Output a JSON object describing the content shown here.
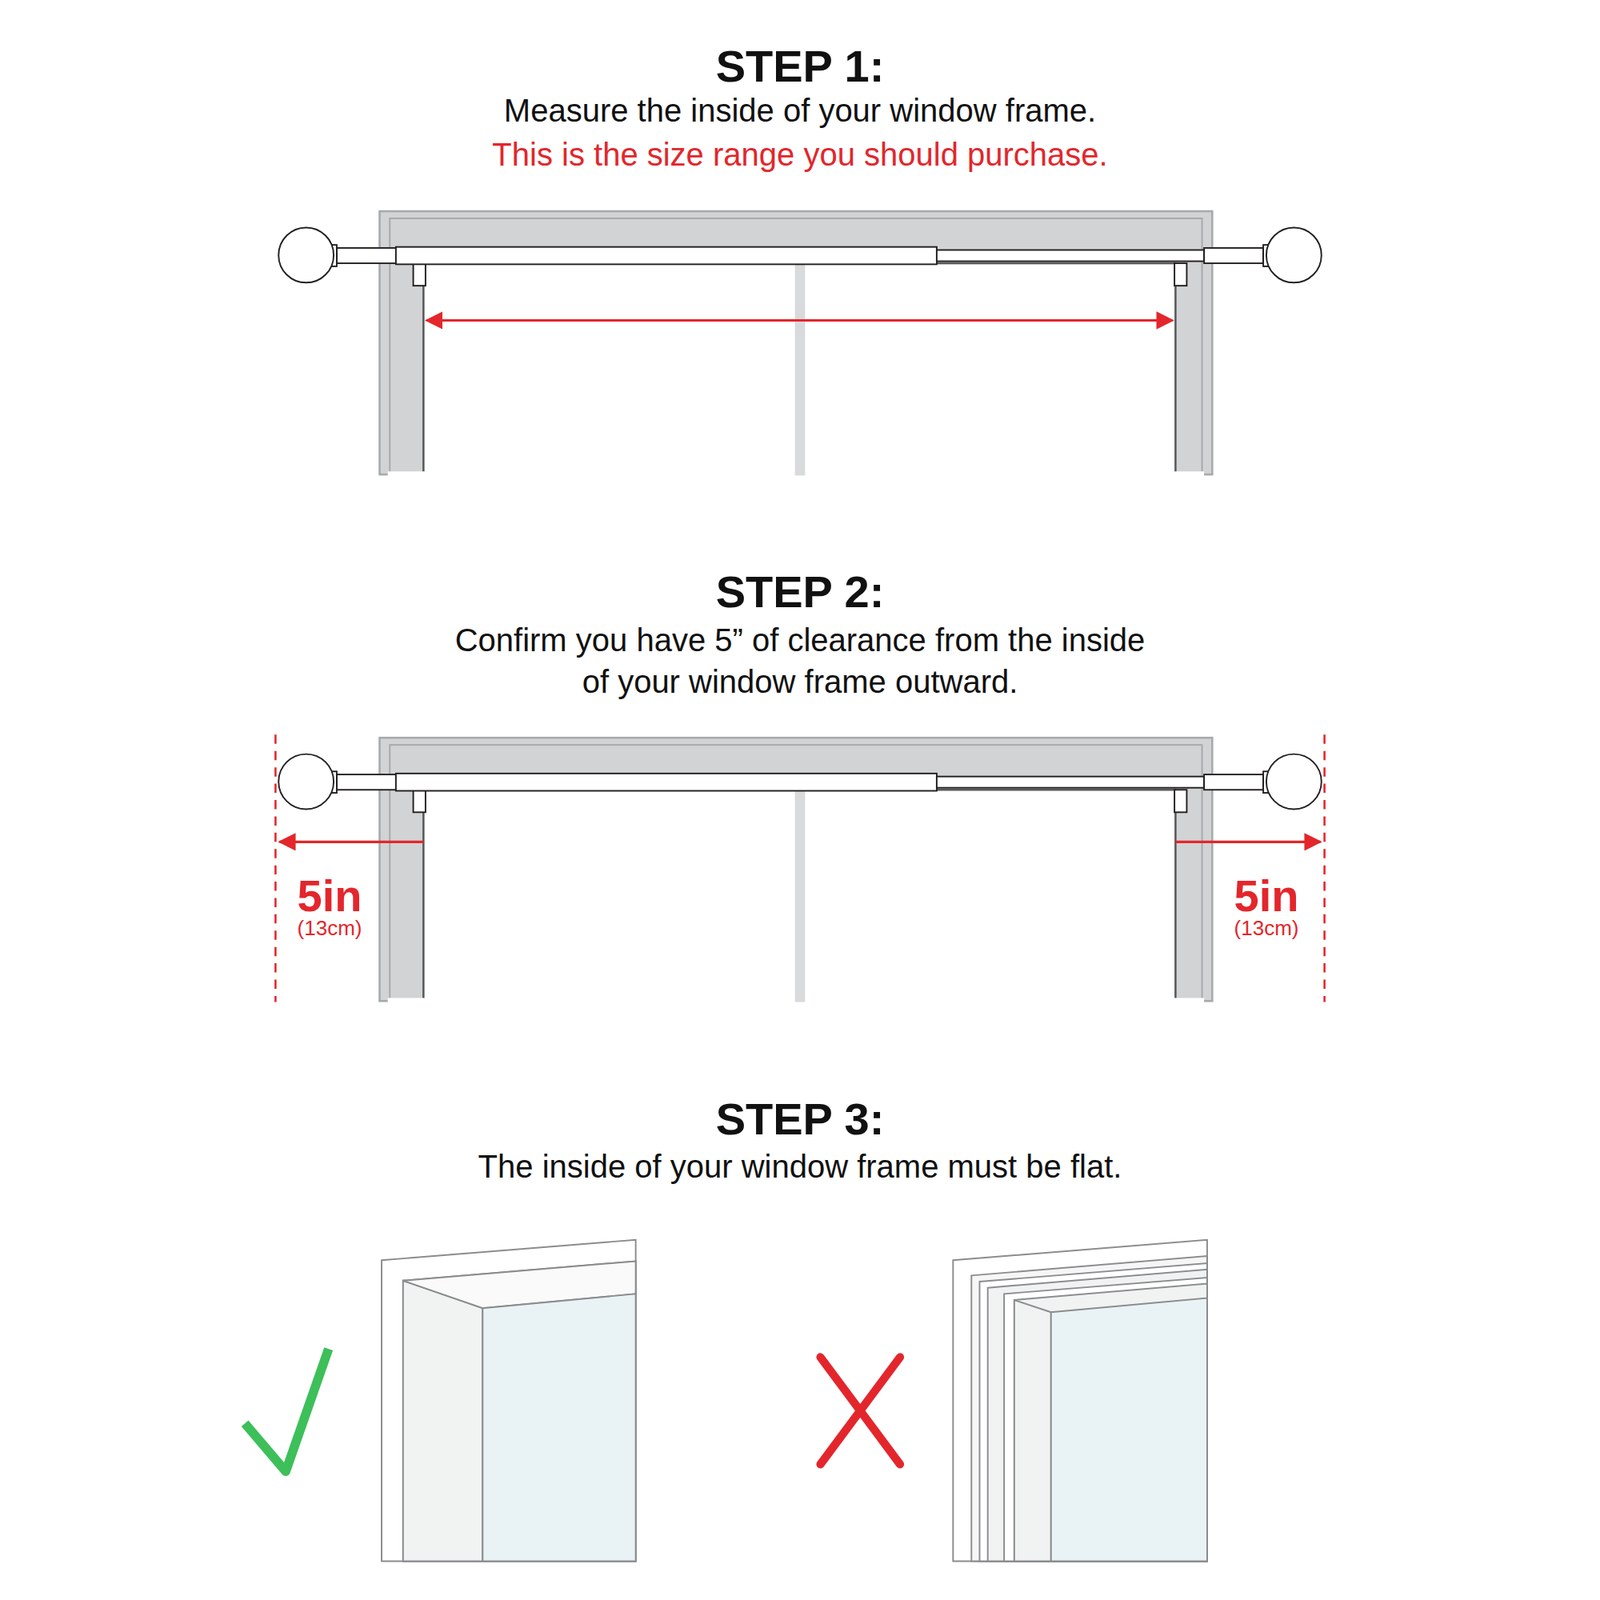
{
  "diagram": {
    "labels": [
      "STEP 1:",
      "Measure the inside of your window frame.",
      "This is the size range you should purchase.",
      "STEP 2:",
      "Confirm you have 5” of clearance from the inside of your window frame outward.",
      "5in",
      "(13cm)",
      "5in",
      "(13cm)",
      "STEP 3:",
      "The inside of your window frame must be flat."
    ]
  }
}
